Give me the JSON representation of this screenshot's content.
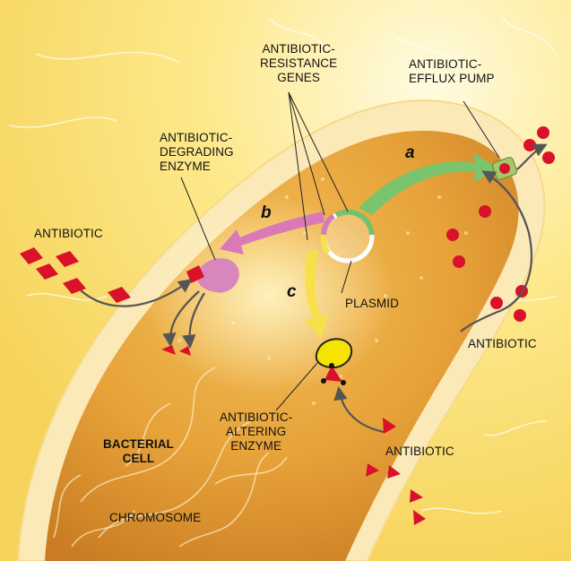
{
  "labels": {
    "resistance_genes": [
      "ANTIBIOTIC-",
      "RESISTANCE",
      "GENES"
    ],
    "efflux_pump": [
      "ANTIBIOTIC-",
      "EFFLUX PUMP"
    ],
    "degrading_enzyme": [
      "ANTIBIOTIC-",
      "DEGRADING",
      "ENZYME"
    ],
    "antibiotic_left": "ANTIBIOTIC",
    "plasmid": "PLASMID",
    "antibiotic_right": "ANTIBIOTIC",
    "altering_enzyme": [
      "ANTIBIOTIC-",
      "ALTERING",
      "ENZYME"
    ],
    "antibiotic_bottom": "ANTIBIOTIC",
    "bacterial_cell": [
      "BACTERIAL",
      "CELL"
    ],
    "chromosome": "CHROMOSOME"
  },
  "pathways": {
    "a": "a",
    "b": "b",
    "c": "c"
  },
  "colors": {
    "background": "#fbe37a",
    "cell_body": "#e9a63c",
    "cell_wall": "#fbe9b8",
    "pathway_a": "#79c46c",
    "pathway_b": "#d979b5",
    "pathway_c": "#f7e04a",
    "efflux_molecule": "#d9122a",
    "degraded_fragment": "#d9122a",
    "altered_triangle": "#d9122a",
    "degrading_enzyme": "#d887bd",
    "altering_enzyme": "#f5e400",
    "leader_arrow": "#555555"
  }
}
